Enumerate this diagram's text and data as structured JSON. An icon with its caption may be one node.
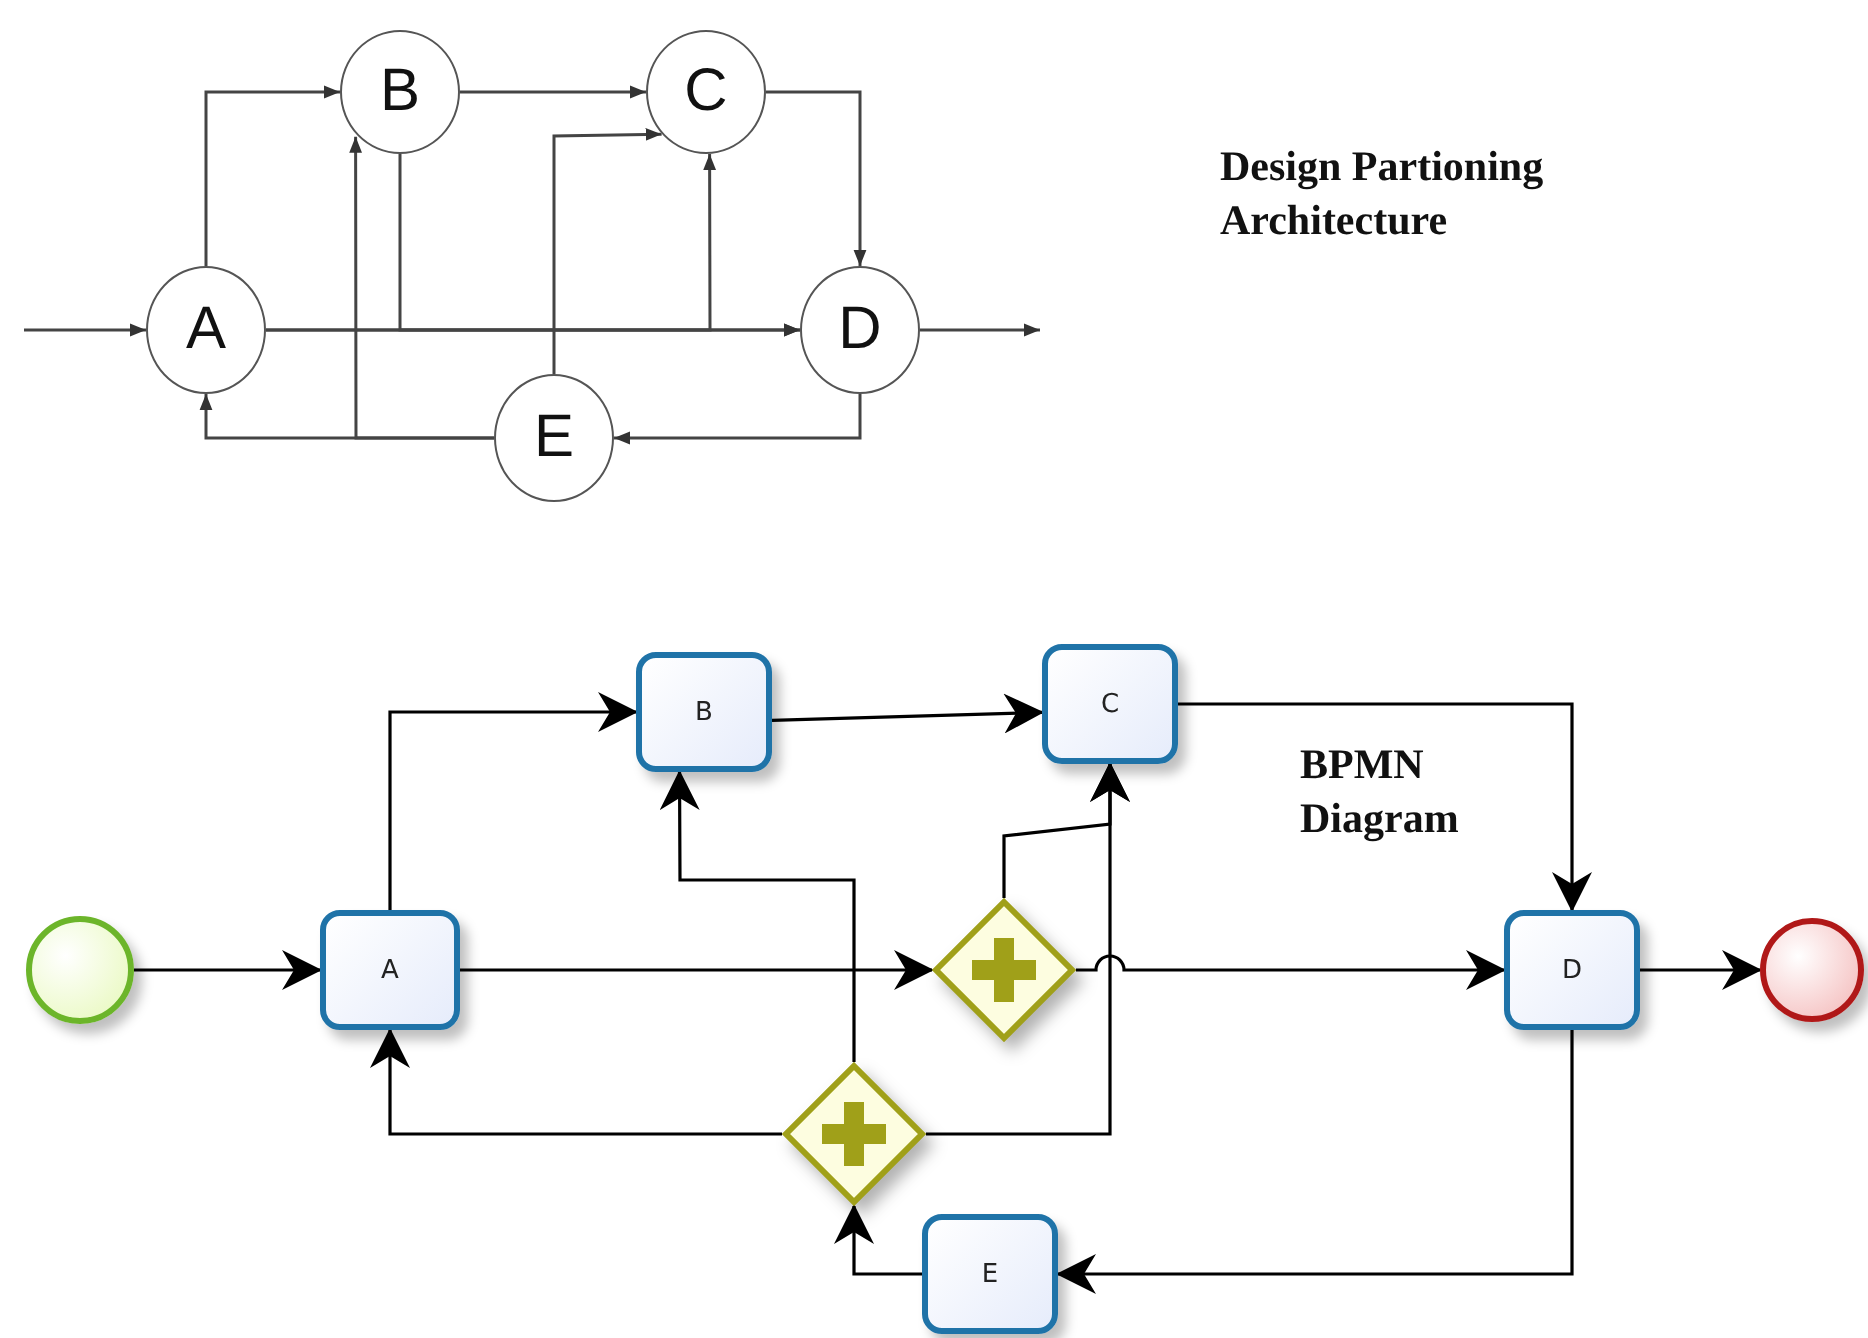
{
  "diagram": {
    "nodes": [
      {
        "text": [
          "A"
        ]
      },
      {
        "text": [
          "B"
        ]
      },
      {
        "text": [
          "C"
        ]
      },
      {
        "text": [
          "D"
        ]
      },
      {
        "text": [
          "E"
        ]
      },
      {
        "text": [],
        "shape": "circle"
      },
      {
        "text": [
          "A"
        ]
      },
      {
        "text": [
          "B"
        ]
      },
      {
        "text": [
          "C"
        ]
      },
      {
        "text": [],
        "shape": "diamond"
      },
      {
        "text": [
          "D"
        ]
      },
      {
        "text": [],
        "shape": "circle"
      },
      {
        "text": [],
        "shape": "diamond"
      },
      {
        "text": [
          "E"
        ]
      }
    ],
    "edges": [
      {
        "from": null,
        "to": 0,
        "arrow": "to"
      },
      {
        "from": 0,
        "to": 1,
        "arrow": "to"
      },
      {
        "from": 1,
        "to": 2,
        "arrow": "to"
      },
      {
        "from": 2,
        "to": 3,
        "arrow": "to"
      },
      {
        "from": 0,
        "to": 3,
        "arrow": "to"
      },
      {
        "from": 1,
        "to": 3,
        "arrow": "to"
      },
      {
        "from": 0,
        "to": 2,
        "arrow": "to"
      },
      {
        "from": 4,
        "to": 2,
        "arrow": "to"
      },
      {
        "from": 3,
        "to": 4,
        "arrow": "to"
      },
      {
        "from": 4,
        "to": 0,
        "arrow": "to"
      },
      {
        "from": 4,
        "to": 1,
        "arrow": "to"
      },
      {
        "from": 3,
        "to": null,
        "arrow": "to"
      },
      {
        "from": 5,
        "to": 6,
        "arrow": "to"
      },
      {
        "from": 6,
        "to": 7,
        "arrow": "to"
      },
      {
        "from": 7,
        "to": 8,
        "arrow": "to"
      },
      {
        "from": 8,
        "to": 10,
        "arrow": "to"
      },
      {
        "from": 6,
        "to": 9,
        "arrow": "to"
      },
      {
        "from": 9,
        "to": 8,
        "arrow": "to"
      },
      {
        "from": 9,
        "to": 10,
        "arrow": "to"
      },
      {
        "from": 10,
        "to": 11,
        "arrow": "to"
      },
      {
        "from": 10,
        "to": 13,
        "arrow": "to"
      },
      {
        "from": 13,
        "to": 12,
        "arrow": "to"
      },
      {
        "from": 12,
        "to": 7,
        "arrow": "to"
      },
      {
        "from": 12,
        "to": 6,
        "arrow": "to"
      },
      {
        "from": 12,
        "to": 8,
        "arrow": "to"
      }
    ],
    "labels": [
      "Design Partioning Architecture",
      "BPMN Diagram"
    ]
  }
}
